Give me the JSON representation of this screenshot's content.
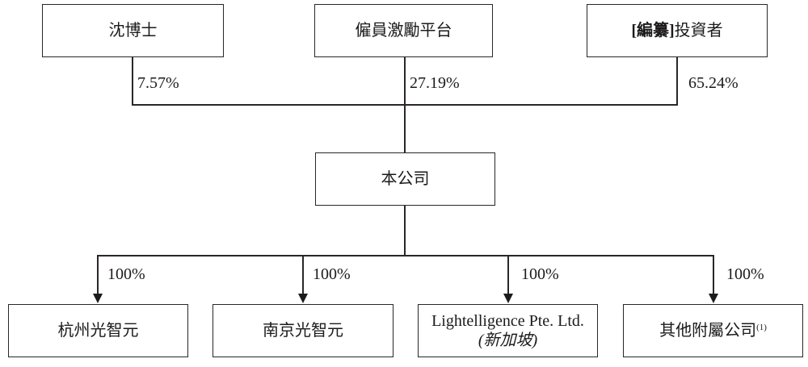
{
  "diagram": {
    "type": "shareholding-structure-chart",
    "shareholders": [
      {
        "id": "dr-shen",
        "label": "沈博士",
        "ownership": "7.57%"
      },
      {
        "id": "employee-incentive-platform",
        "label": "僱員激勵平台",
        "ownership": "27.19%"
      },
      {
        "id": "redacted-investors",
        "label_bold": "[編纂]",
        "label_rest": "投資者",
        "ownership": "65.24%"
      }
    ],
    "company": {
      "label": "本公司"
    },
    "subsidiaries": [
      {
        "id": "hangzhou-guangzhiyuan",
        "label": "杭州光智元",
        "ownership": "100%"
      },
      {
        "id": "nanjing-guangzhiyuan",
        "label": "南京光智元",
        "ownership": "100%"
      },
      {
        "id": "lightelligence-singapore",
        "label_line1": "Lightelligence Pte. Ltd.",
        "label_line2": "(新加坡)",
        "ownership": "100%"
      },
      {
        "id": "other-subsidiaries",
        "label": "其他附屬公司",
        "label_sup": "(1)",
        "ownership": "100%"
      }
    ]
  }
}
